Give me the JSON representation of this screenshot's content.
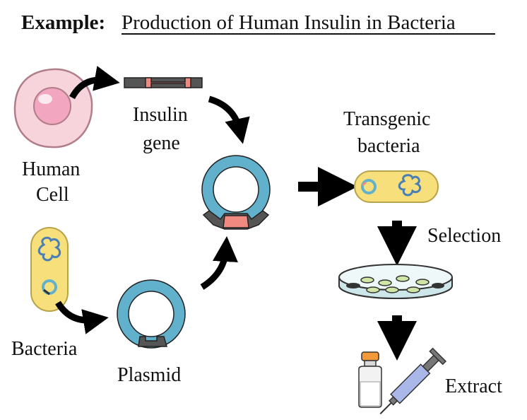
{
  "title": {
    "prefix": "Example:",
    "text": "Production of Human Insulin in Bacteria"
  },
  "labels": {
    "human_cell_line1": "Human",
    "human_cell_line2": "Cell",
    "insulin_gene_line1": "Insulin",
    "insulin_gene_line2": "gene",
    "bacteria": "Bacteria",
    "plasmid": "Plasmid",
    "transgenic_line1": "Transgenic",
    "transgenic_line2": "bacteria",
    "selection": "Selection",
    "extract": "Extract"
  },
  "colors": {
    "cell_fill": "#f7d3dc",
    "nucleus_fill": "#f2a6c0",
    "plasmid_ring": "#62b1cc",
    "bacteria_fill": "#f7e07c",
    "gene_insert": "#f08a80",
    "gene_backbone": "#555555",
    "arrow": "#000000",
    "dna_coil": "#4a7fb5"
  },
  "icons": [
    "human-cell-icon",
    "insulin-gene-icon",
    "bacteria-icon",
    "plasmid-icon",
    "recombinant-plasmid-icon",
    "transgenic-bacteria-icon",
    "petri-dish-icon",
    "vial-icon",
    "syringe-icon"
  ]
}
